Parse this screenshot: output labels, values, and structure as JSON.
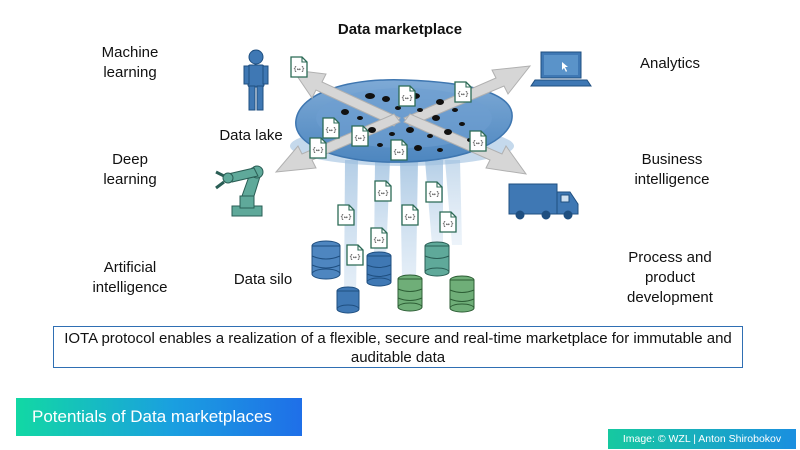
{
  "title": "Data marketplace",
  "labels": {
    "machine_learning": "Machine\nlearning",
    "deep_learning": "Deep\nlearning",
    "artificial_intelligence": "Artificial\nintelligence",
    "data_lake": "Data lake",
    "data_silo": "Data silo",
    "analytics": "Analytics",
    "business_intelligence": "Business\nintelligence",
    "process_product_development": "Process and\nproduct\ndevelopment"
  },
  "banner": "IOTA protocol enables a realization of a flexible, secure and real-time marketplace for immutable and auditable data",
  "footer_tag": "Potentials of Data marketplaces",
  "credit": "Image: © WZL | Anton Shirobokov",
  "icons": [
    "person-icon",
    "robot-arm-icon",
    "laptop-icon",
    "truck-icon",
    "database-icon",
    "document-icon"
  ],
  "colors": {
    "lake_fill": "#5a93c9",
    "arrow_fill": "#d4d4d4",
    "db_blue": "#3f78b4",
    "db_teal": "#5fa99a",
    "db_green": "#6fae78",
    "footer_gradient_start": "#12d8a4",
    "footer_gradient_end": "#1f6fe8"
  }
}
